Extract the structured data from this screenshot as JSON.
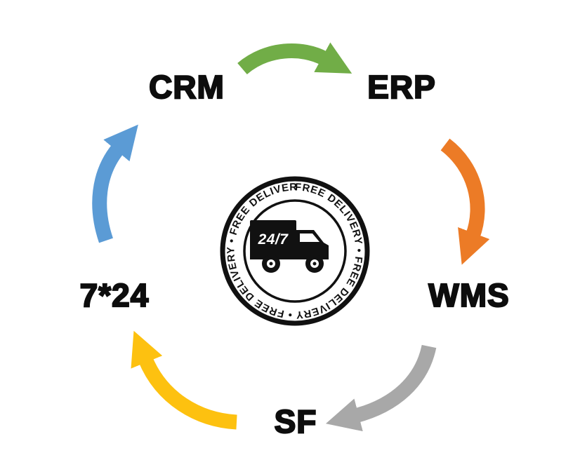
{
  "diagram": {
    "nodes": [
      {
        "id": "crm",
        "label": "CRM"
      },
      {
        "id": "erp",
        "label": "ERP"
      },
      {
        "id": "wms",
        "label": "WMS"
      },
      {
        "id": "sf",
        "label": "SF"
      },
      {
        "id": "always-on",
        "label": "7*24"
      }
    ],
    "arrows": [
      {
        "from": "crm",
        "to": "erp",
        "color": "#71ad47"
      },
      {
        "from": "erp",
        "to": "wms",
        "color": "#ec7b26"
      },
      {
        "from": "wms",
        "to": "sf",
        "color": "#a8a8a8"
      },
      {
        "from": "sf",
        "to": "always-on",
        "color": "#fdc110"
      },
      {
        "from": "always-on",
        "to": "crm",
        "color": "#5b9bd5"
      }
    ],
    "badge": {
      "ring_text": "FREE DELIVERY • FREE DELIVERY • FREE DELIVERY • FREE DELIVERY •",
      "truck_label": "24/7",
      "ink": "#111111"
    }
  }
}
